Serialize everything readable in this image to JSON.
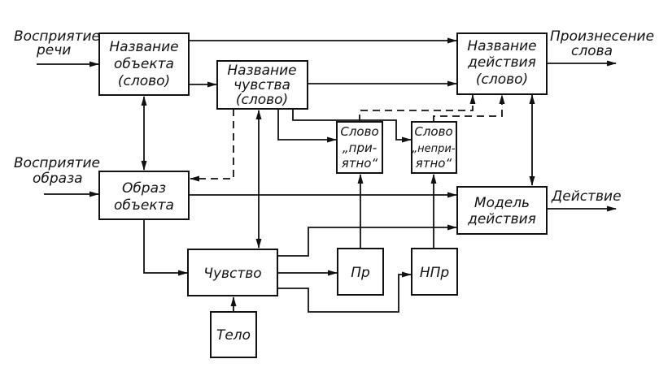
{
  "diagram": {
    "language": "ru",
    "blocks": {
      "object_name": {
        "lines": [
          "Название",
          "объекта",
          "(слово)"
        ]
      },
      "feeling_name": {
        "lines": [
          "Название",
          "чувства",
          "(слово)"
        ]
      },
      "action_name": {
        "lines": [
          "Название",
          "действия",
          "(слово)"
        ]
      },
      "word_pleasant": {
        "lines": [
          "Слово",
          "„при-",
          "ятно“"
        ]
      },
      "word_unpleasant": {
        "lines": [
          "Слово",
          "„непри-",
          "ятно“"
        ]
      },
      "object_image": {
        "lines": [
          "Образ",
          "объекта"
        ]
      },
      "action_model": {
        "lines": [
          "Модель",
          "действия"
        ]
      },
      "feeling": {
        "lines": [
          "Чувство"
        ]
      },
      "pleasant": {
        "lines": [
          "Пр"
        ]
      },
      "unpleasant": {
        "lines": [
          "НПр"
        ]
      },
      "body": {
        "lines": [
          "Тело"
        ]
      }
    },
    "external_labels": {
      "speech_perception": {
        "lines": [
          "Восприятие",
          "речи"
        ]
      },
      "image_perception": {
        "lines": [
          "Восприятие",
          "образа"
        ]
      },
      "word_pronunciation": {
        "lines": [
          "Произнесение",
          "слова"
        ]
      },
      "action": {
        "lines": [
          "Действие"
        ]
      }
    },
    "connections": [
      {
        "from": "speech_perception",
        "to": "object_name",
        "style": "solid",
        "arrow": "end"
      },
      {
        "from": "image_perception",
        "to": "object_image",
        "style": "solid",
        "arrow": "end"
      },
      {
        "from": "object_name",
        "to": "action_name",
        "style": "solid",
        "arrow": "end"
      },
      {
        "from": "object_name",
        "to": "feeling_name",
        "style": "solid",
        "arrow": "end"
      },
      {
        "from": "feeling_name",
        "to": "action_name",
        "style": "solid",
        "arrow": "end"
      },
      {
        "from": "object_name",
        "to": "object_image",
        "style": "solid",
        "arrow": "both"
      },
      {
        "from": "feeling_name",
        "to": "word_pleasant",
        "style": "solid",
        "arrow": "end"
      },
      {
        "from": "feeling_name",
        "to": "word_unpleasant",
        "style": "solid",
        "arrow": "end"
      },
      {
        "from": "feeling_name",
        "to": "object_image",
        "style": "dashed",
        "arrow": "end"
      },
      {
        "from": "feeling_name",
        "to": "feeling",
        "style": "solid",
        "arrow": "both"
      },
      {
        "from": "word_pleasant",
        "to": "action_name",
        "style": "dashed",
        "arrow": "end"
      },
      {
        "from": "word_unpleasant",
        "to": "action_name",
        "style": "dashed",
        "arrow": "end"
      },
      {
        "from": "action_name",
        "to": "word_pronunciation",
        "style": "solid",
        "arrow": "end"
      },
      {
        "from": "action_name",
        "to": "action_model",
        "style": "solid",
        "arrow": "both"
      },
      {
        "from": "object_image",
        "to": "action_model",
        "style": "solid",
        "arrow": "end"
      },
      {
        "from": "object_image",
        "to": "feeling",
        "style": "solid",
        "arrow": "end"
      },
      {
        "from": "feeling",
        "to": "action_model",
        "style": "solid",
        "arrow": "end"
      },
      {
        "from": "feeling",
        "to": "pleasant",
        "style": "solid",
        "arrow": "end"
      },
      {
        "from": "feeling",
        "to": "unpleasant",
        "style": "solid",
        "arrow": "end"
      },
      {
        "from": "pleasant",
        "to": "word_pleasant",
        "style": "solid",
        "arrow": "end"
      },
      {
        "from": "unpleasant",
        "to": "word_unpleasant",
        "style": "solid",
        "arrow": "end"
      },
      {
        "from": "body",
        "to": "feeling",
        "style": "solid",
        "arrow": "end"
      },
      {
        "from": "action_model",
        "to": "action",
        "style": "solid",
        "arrow": "end"
      }
    ]
  }
}
